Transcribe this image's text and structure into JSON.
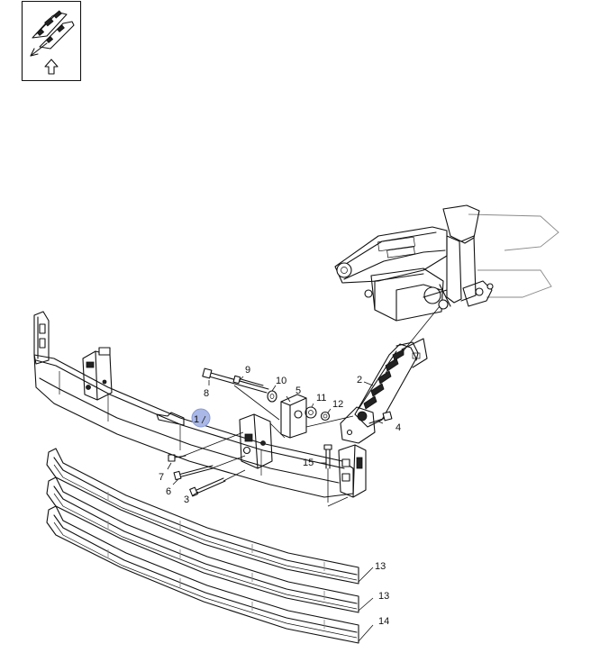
{
  "diagram": {
    "view_icon": "direction-view-icon",
    "highlight_color": "#a9b8e6",
    "callouts": [
      {
        "id": "c1",
        "label": "1"
      },
      {
        "id": "c2",
        "label": "2"
      },
      {
        "id": "c3",
        "label": "3"
      },
      {
        "id": "c4",
        "label": "4"
      },
      {
        "id": "c5",
        "label": "5"
      },
      {
        "id": "c6",
        "label": "6"
      },
      {
        "id": "c7",
        "label": "7"
      },
      {
        "id": "c8",
        "label": "8"
      },
      {
        "id": "c9",
        "label": "9"
      },
      {
        "id": "c10",
        "label": "10"
      },
      {
        "id": "c11",
        "label": "11"
      },
      {
        "id": "c12",
        "label": "12"
      },
      {
        "id": "c13a",
        "label": "13"
      },
      {
        "id": "c13b",
        "label": "13"
      },
      {
        "id": "c14",
        "label": "14"
      },
      {
        "id": "c15",
        "label": "15"
      }
    ]
  }
}
